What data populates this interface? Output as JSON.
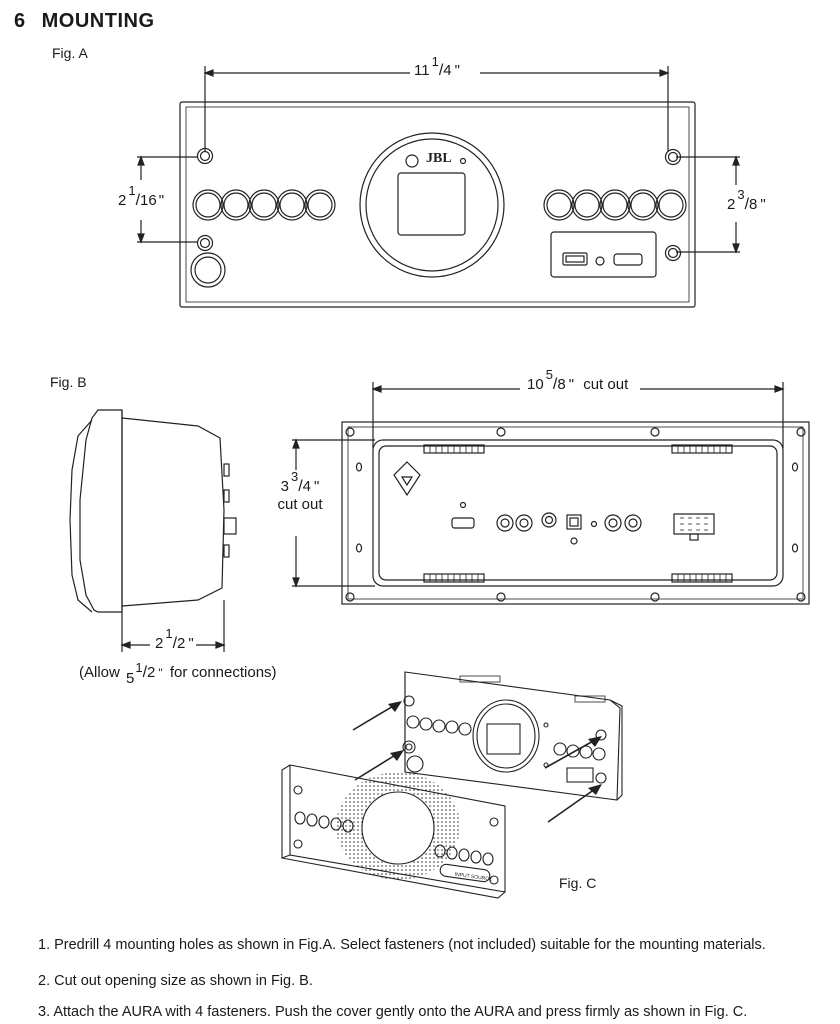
{
  "section": {
    "number": "6",
    "title": "MOUNTING"
  },
  "figures": {
    "a": {
      "label": "Fig. A",
      "width_whole": "11",
      "width_num": "1",
      "width_den": "4",
      "left_whole": "2",
      "left_num": "1",
      "left_den": "16",
      "right_whole": "2",
      "right_num": "3",
      "right_den": "8",
      "inch_mark": "\""
    },
    "b": {
      "label": "Fig. B",
      "cut_w_whole": "10",
      "cut_w_num": "5",
      "cut_w_den": "8",
      "cut_w_suffix": "cut out",
      "cut_h_whole": "3",
      "cut_h_num": "3",
      "cut_h_den": "4",
      "cut_h_suffix": "cut out",
      "depth_whole": "2",
      "depth_num": "1",
      "depth_den": "2",
      "allow_prefix": "(Allow",
      "allow_whole": "5",
      "allow_num": "1",
      "allow_den": "2",
      "allow_suffix": "for connections)",
      "inch_mark": "\""
    },
    "c": {
      "label": "Fig. C"
    }
  },
  "brand": "JBL",
  "badge_text": "INPUT SOURCE",
  "instructions": [
    "1. Predrill 4 mounting holes as shown in Fig.A. Select fasteners (not included) suitable for the mounting materials.",
    "2. Cut out opening size as shown in Fig. B.",
    "3. Attach the AURA with 4 fasteners. Push the cover gently onto the AURA and press firmly as shown in Fig. C."
  ]
}
